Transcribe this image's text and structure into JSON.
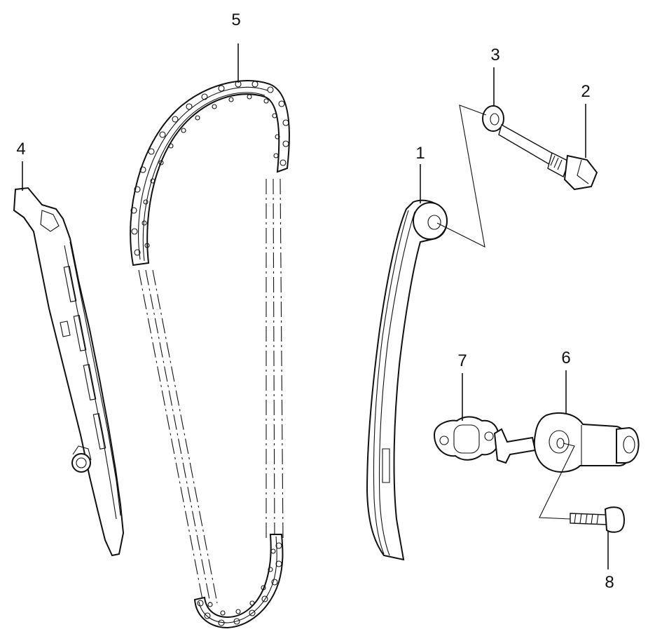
{
  "diagram": {
    "callouts": [
      {
        "id": "part-1",
        "label": "1"
      },
      {
        "id": "part-2",
        "label": "2"
      },
      {
        "id": "part-3",
        "label": "3"
      },
      {
        "id": "part-4",
        "label": "4"
      },
      {
        "id": "part-5",
        "label": "5"
      },
      {
        "id": "part-6",
        "label": "6"
      },
      {
        "id": "part-7",
        "label": "7"
      },
      {
        "id": "part-8",
        "label": "8"
      }
    ],
    "line_color": "#111111",
    "background": "#ffffff"
  }
}
